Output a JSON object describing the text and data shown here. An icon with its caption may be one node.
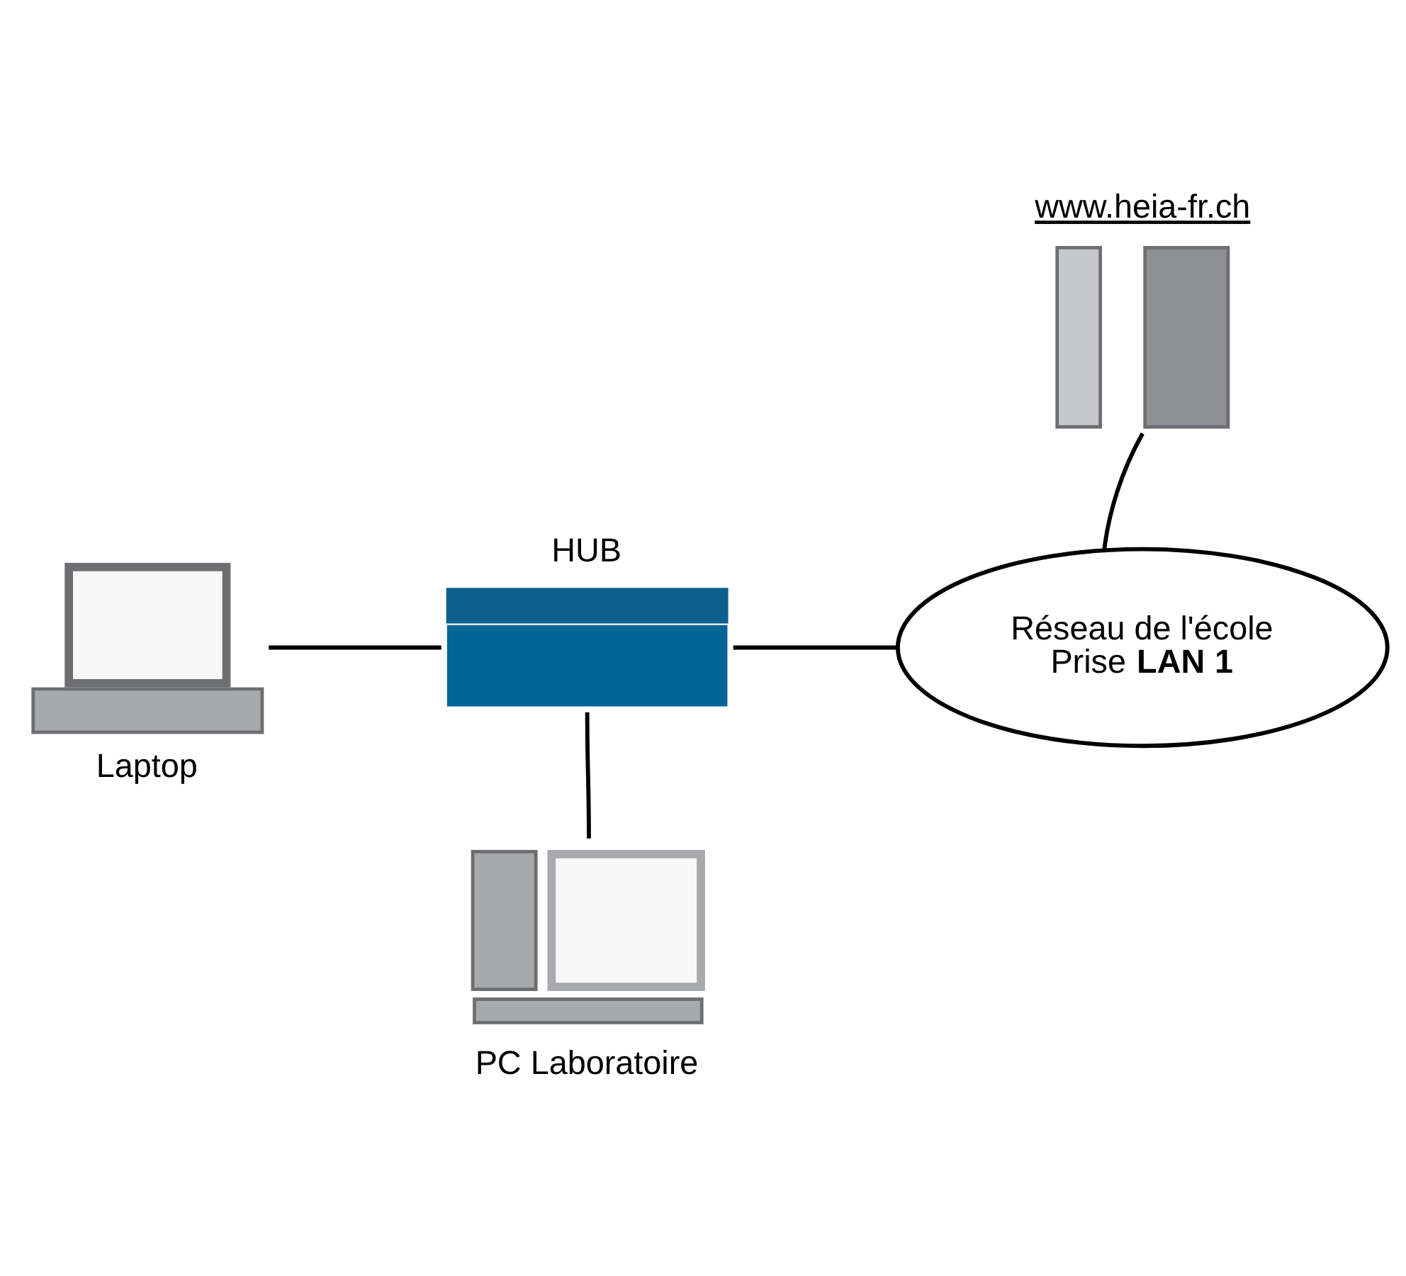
{
  "diagram": {
    "nodes": [
      {
        "text": [
          "www.heia-fr.ch"
        ]
      },
      {
        "text": [
          "HUB"
        ]
      },
      {
        "text": [
          "Laptop"
        ]
      },
      {
        "text": [
          "Réseau de l'école Prise **LAN 1**"
        ]
      },
      {
        "text": [
          "PC Laboratoire"
        ]
      }
    ],
    "edges": [
      {
        "from": 2,
        "to": 1,
        "arrow": "none"
      },
      {
        "from": 1,
        "to": 3,
        "arrow": "none"
      },
      {
        "from": 0,
        "to": 3,
        "arrow": "none"
      },
      {
        "from": 1,
        "to": 4,
        "arrow": "none"
      }
    ]
  }
}
